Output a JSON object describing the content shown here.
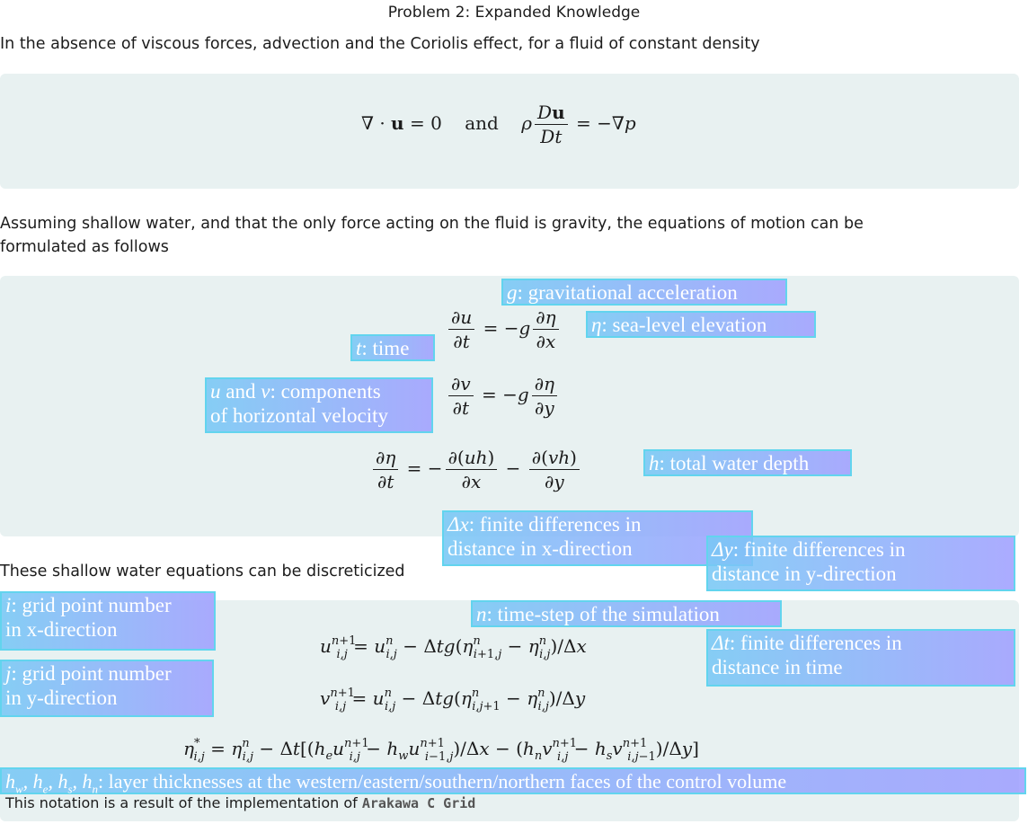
{
  "title": "Problem 2: Expanded Knowledge",
  "intro": "In the absence of viscous forces, advection and the Coriolis effect, for a fluid of constant density",
  "assume": "Assuming shallow water, and that the only force acting on the fluid is gravity, the equations of motion can be",
  "assume2": "formulated as follows",
  "discrete": "These shallow water equations can be discreticized",
  "note_prefix": "This notation is a result of the implementation of",
  "note_code": "Arakawa C Grid",
  "eq1_and": "and",
  "annotations": {
    "g_sym": "g",
    "g_text": ": gravitational acceleration",
    "eta_sym": "η",
    "eta_text": ": sea-level elevation",
    "t_sym": "t",
    "t_text": ": time",
    "uv_u": "u",
    "uv_and": " and ",
    "uv_v": "v",
    "uv_text1": ": components",
    "uv_text2": "of horizontal velocity",
    "h_sym": "h",
    "h_text": ": total water depth",
    "dx_sym": "Δx",
    "dx_text1": ": finite differences in",
    "dx_text2": "distance in x-direction",
    "dy_sym": "Δy",
    "dy_text1": ": finite differences in",
    "dy_text2": "distance in y-direction",
    "i_sym": "i",
    "i_text1": ": grid point number",
    "i_text2": "in x-direction",
    "n_sym": "n",
    "n_text": ": time-step of the simulation",
    "dt_sym": "Δt",
    "dt_text1": ": finite differences in",
    "dt_text2": "distance in time",
    "j_sym": "j",
    "j_text1": ": grid point number",
    "j_text2": "in y-direction",
    "hw_sym": "h",
    "hw_text": ": layer thicknesses at the western/eastern/southern/northern faces of the control volume"
  }
}
